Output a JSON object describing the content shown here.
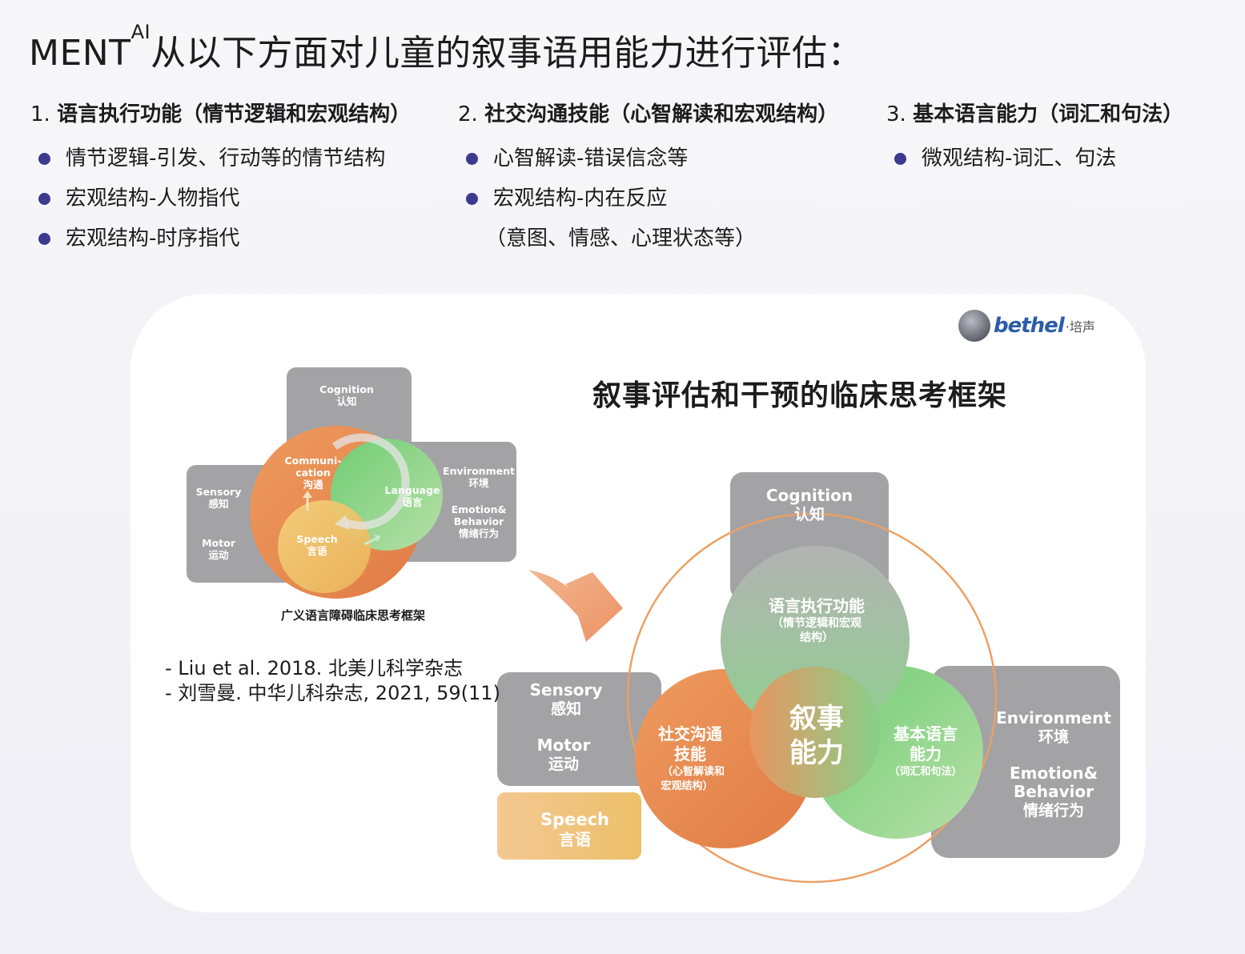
{
  "title": {
    "main": "MENT",
    "sup": "AI",
    "rest": "从以下方面对儿童的叙事语用能力进行评估："
  },
  "columns": [
    {
      "num": "1.",
      "heading": "语言执行功能（情节逻辑和宏观结构）",
      "items": [
        "情节逻辑-引发、行动等的情节结构",
        "宏观结构-人物指代",
        "宏观结构-时序指代"
      ]
    },
    {
      "num": "2.",
      "heading": "社交沟通技能（心智解读和宏观结构）",
      "items": [
        "心智解读-错误信念等",
        "宏观结构-内在反应"
      ],
      "continuation": "（意图、情感、心理状态等）"
    },
    {
      "num": "3.",
      "heading": "基本语言能力（词汇和句法）",
      "items": [
        "微观结构-词汇、句法"
      ]
    }
  ],
  "logo": {
    "text": "bethel",
    "cn": "·培声"
  },
  "frame_title": "叙事评估和干预的临床思考框架",
  "small_diagram": {
    "cognition": [
      "Cognition",
      "认知"
    ],
    "sensory": [
      "Sensory",
      "感知"
    ],
    "motor": [
      "Motor",
      "运动"
    ],
    "environment": [
      "Environment",
      "环境"
    ],
    "emotion": [
      "Emotion&",
      "Behavior",
      "情绪行为"
    ],
    "communication": [
      "Communi-",
      "cation",
      "沟通"
    ],
    "language": [
      "Language",
      "语言"
    ],
    "speech": [
      "Speech",
      "言语"
    ],
    "caption": "广义语言障碍临床思考框架"
  },
  "refs": [
    "- Liu et al. 2018. 北美儿科学杂志",
    "- 刘雪曼. 中华儿科杂志, 2021, 59(11)"
  ],
  "big_diagram": {
    "cognition": [
      "Cognition",
      "认知"
    ],
    "sensory": [
      "Sensory",
      "感知"
    ],
    "motor": [
      "Motor",
      "运动"
    ],
    "speech": [
      "Speech",
      "言语"
    ],
    "environment": [
      "Environment",
      "环境"
    ],
    "emotion": [
      "Emotion&",
      "Behavior",
      "情绪行为"
    ],
    "exec": [
      "语言执行功能",
      "（情节逻辑和宏观",
      "结构）"
    ],
    "social": [
      "社交沟通",
      "技能",
      "（心智解读和",
      "宏观结构）"
    ],
    "basic": [
      "基本语言",
      "能力",
      "（词汇和句法）"
    ],
    "center": [
      "叙事",
      "能力"
    ]
  },
  "colors": {
    "gray_box": "#a3a3a6",
    "orange": "#e8874f",
    "green": "#8fd393",
    "yellow": "#f1c56e",
    "accent": "#3c3a8f",
    "ring": "#eba064"
  }
}
